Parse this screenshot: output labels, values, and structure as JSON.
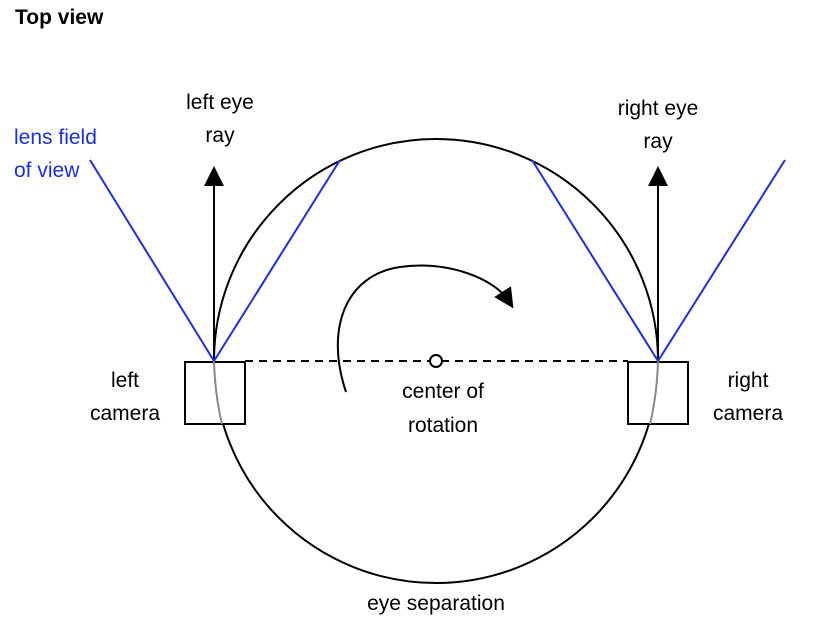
{
  "title": "Top view",
  "labels": {
    "lens_fov_line1": "lens field",
    "lens_fov_line2": "of view",
    "left_ray_line1": "left eye",
    "left_ray_line2": "ray",
    "right_ray_line1": "right eye",
    "right_ray_line2": "ray",
    "left_cam_line1": "left",
    "left_cam_line2": "camera",
    "right_cam_line1": "right",
    "right_cam_line2": "camera",
    "center_line1": "center of",
    "center_line2": "rotation",
    "eye_separation": "eye separation"
  },
  "colors": {
    "lens": "#1a2fe0",
    "line": "#000000",
    "inner_arc": "#888888"
  }
}
